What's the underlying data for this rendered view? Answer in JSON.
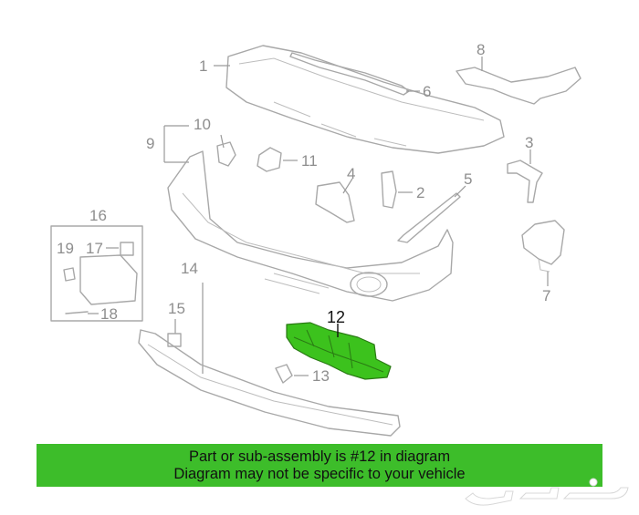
{
  "callouts": {
    "c1": "1",
    "c2": "2",
    "c3": "3",
    "c4": "4",
    "c5": "5",
    "c6": "6",
    "c7": "7",
    "c8": "8",
    "c9": "9",
    "c10": "10",
    "c11": "11",
    "c12": "12",
    "c13": "13",
    "c14": "14",
    "c15": "15",
    "c16": "16",
    "c17": "17",
    "c18": "18",
    "c19": "19"
  },
  "highlighted_part": "12",
  "highlight_color": "#3dbd2a",
  "banner": {
    "line1": "Part or sub-assembly is #12 in diagram",
    "line2": "Diagram may not be specific to your vehicle"
  },
  "watermark": {
    "text": "حراج",
    "color": "#ffffff"
  }
}
